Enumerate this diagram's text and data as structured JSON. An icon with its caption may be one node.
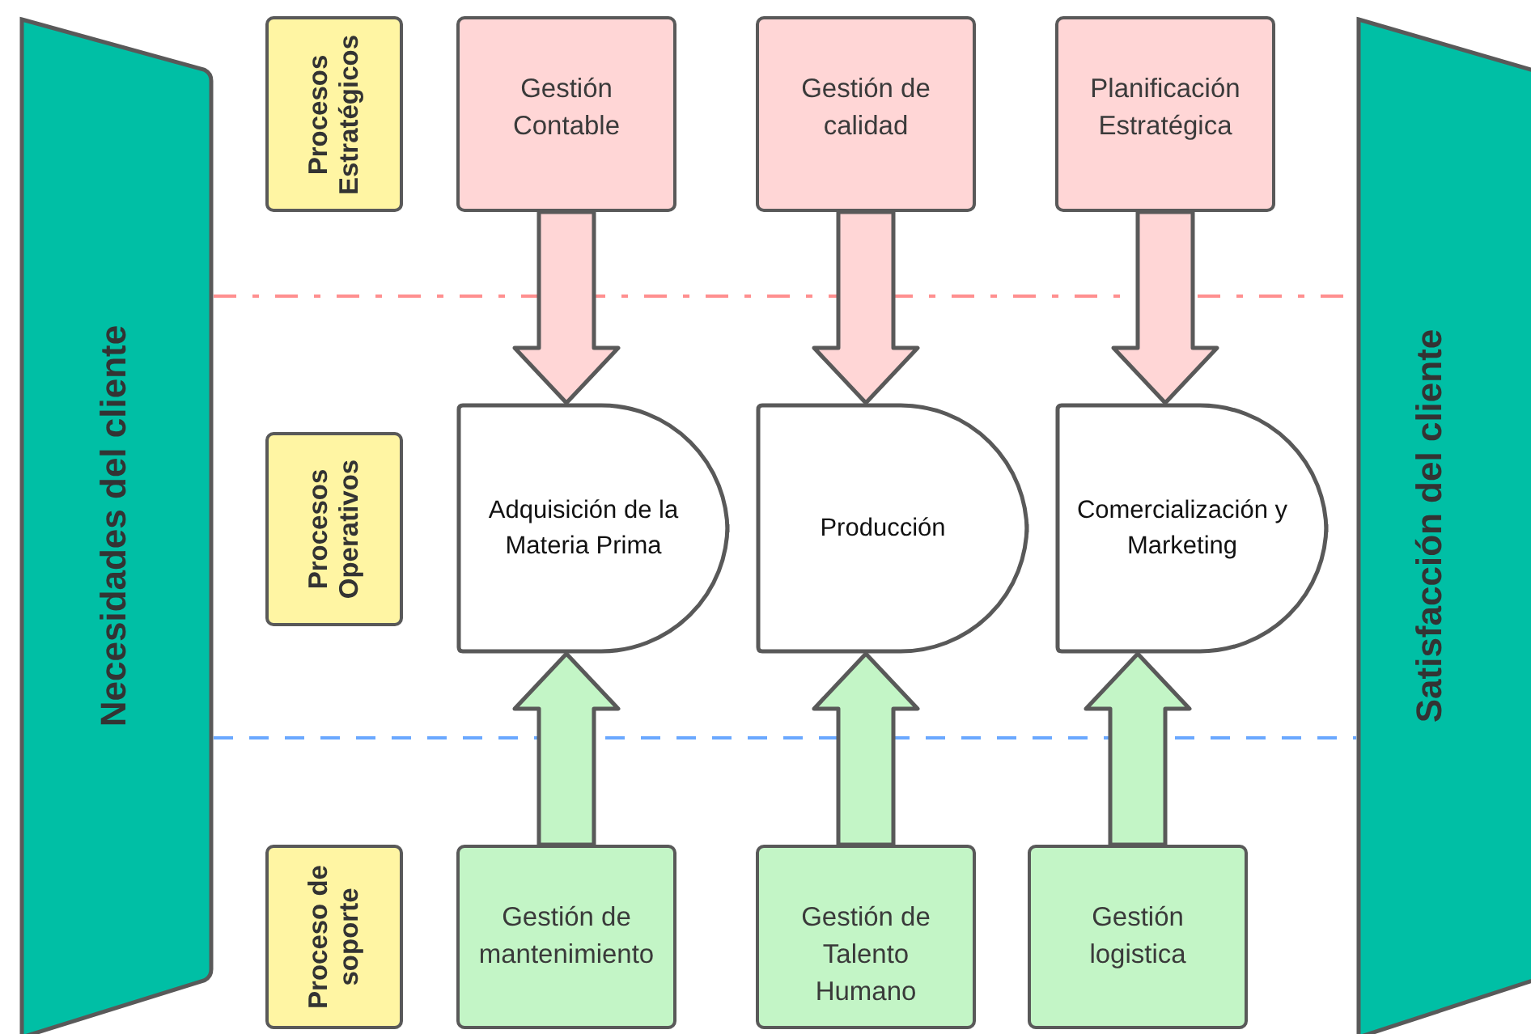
{
  "diagram": {
    "nodes": [
      {
        "text": [
          "Necesidades del cliente"
        ]
      },
      {
        "text": [
          "Procesos Estratégicos"
        ]
      },
      {
        "text": [
          "Gestión Contable"
        ]
      },
      {
        "text": [
          "Gestión de calidad"
        ]
      },
      {
        "text": [
          "Planificación Estratégica"
        ]
      },
      {
        "text": [
          "Procesos Operativos"
        ]
      },
      {
        "text": [
          "Adquisición de la Materia Prima"
        ]
      },
      {
        "text": [
          "Producción"
        ]
      },
      {
        "text": [
          "Comercialización y Marketing"
        ]
      },
      {
        "text": [
          "Proceso de soporte"
        ]
      },
      {
        "text": [
          "Gestión de mantenimiento"
        ]
      },
      {
        "text": [
          "Gestión de Talento Humano"
        ]
      },
      {
        "text": [
          "Gestión logistica"
        ]
      },
      {
        "text": [
          "Satisfacción del cliente"
        ]
      }
    ],
    "edges": [
      {
        "from": 2,
        "to": 6,
        "arrow": "to",
        "style": "thick",
        "color": "#ffd6d6"
      },
      {
        "from": 3,
        "to": 7,
        "arrow": "to",
        "style": "thick",
        "color": "#ffd6d6"
      },
      {
        "from": 4,
        "to": 8,
        "arrow": "to",
        "style": "thick",
        "color": "#ffd6d6"
      },
      {
        "from": 10,
        "to": 6,
        "arrow": "to",
        "style": "thick",
        "color": "#c3f5c6"
      },
      {
        "from": 11,
        "to": 7,
        "arrow": "to",
        "style": "thick",
        "color": "#c3f5c6"
      },
      {
        "from": 12,
        "to": 8,
        "arrow": "to",
        "style": "thick",
        "color": "#c3f5c6"
      }
    ]
  }
}
